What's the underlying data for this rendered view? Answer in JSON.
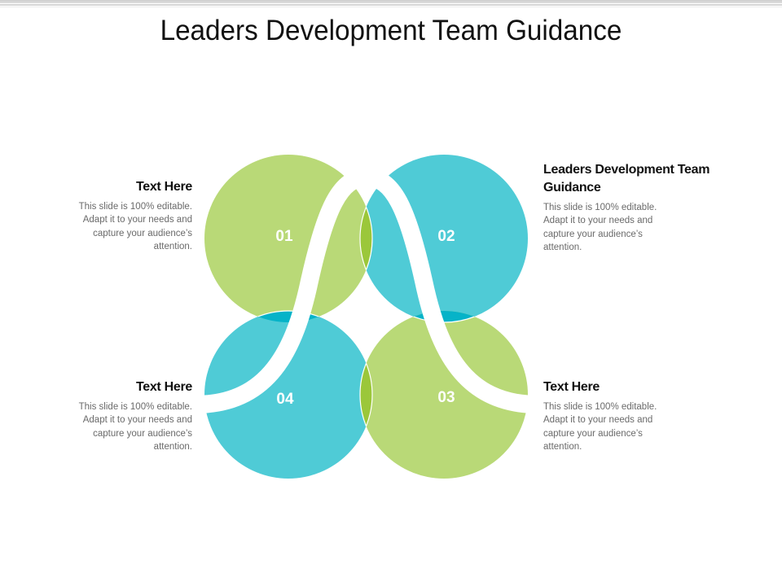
{
  "slide": {
    "title": "Leaders Development Team Guidance"
  },
  "colors": {
    "green": "#B9D977",
    "cyan": "#4FCBD6",
    "green_overlap": "#9BC73A",
    "cyan_overlap": "#06B3C8",
    "band": "#FFFFFF"
  },
  "circles": [
    {
      "label": "01",
      "color": "green"
    },
    {
      "label": "02",
      "color": "cyan"
    },
    {
      "label": "03",
      "color": "green"
    },
    {
      "label": "04",
      "color": "cyan"
    }
  ],
  "text_blocks": {
    "top_left": {
      "heading": "Text Here",
      "body": "This slide is 100% editable. Adapt it to your needs and capture your audience’s attention."
    },
    "top_right": {
      "heading": "Leaders Development Team Guidance",
      "body": "This slide is 100% editable. Adapt it to your needs and capture your audience’s attention."
    },
    "bottom_left": {
      "heading": "Text Here",
      "body": "This slide is 100% editable. Adapt it to your needs and capture your audience’s attention."
    },
    "bottom_right": {
      "heading": "Text Here",
      "body": "This slide is 100% editable. Adapt it to your needs and capture your audience’s attention."
    }
  }
}
